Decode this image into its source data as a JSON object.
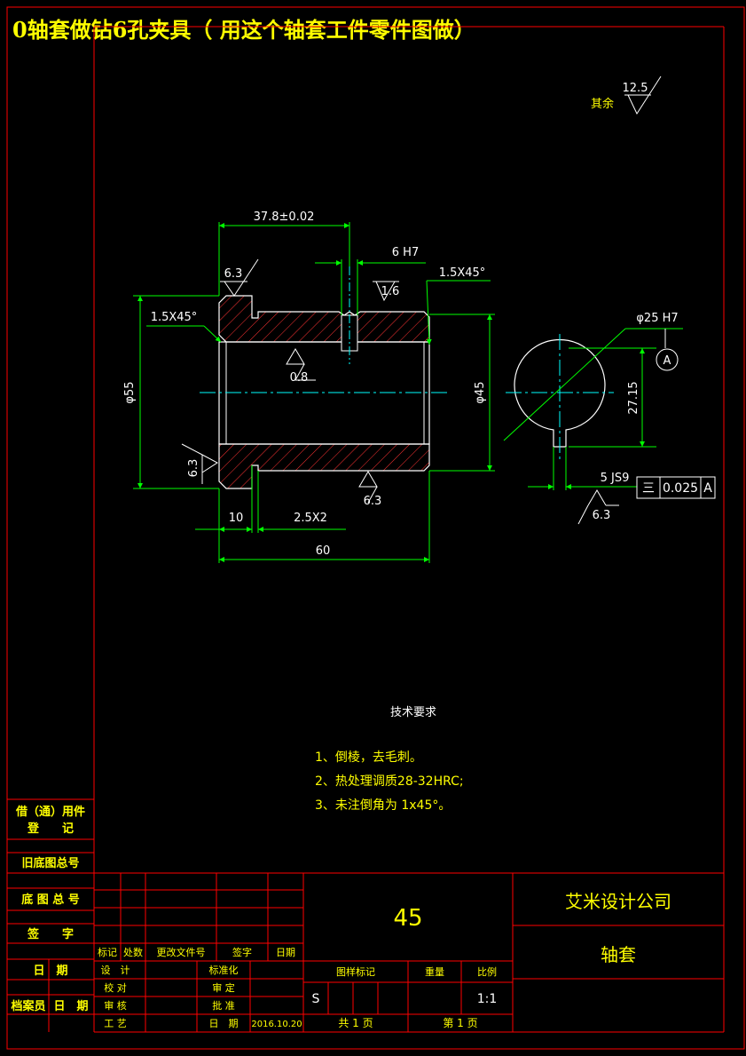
{
  "header": {
    "title": "0轴套做钻6孔夹具（ 用这个轴套工件零件图做）"
  },
  "roughness_other": {
    "label": "其余",
    "value": "12.5"
  },
  "dimensions": {
    "d_37_8": "37.8±0.02",
    "d_6h7": "6 H7",
    "d_chamfer_right": "1.5X45°",
    "d_chamfer_left": "1.5X45°",
    "d_dia55": "φ55",
    "d_dia45": "φ45",
    "d_10": "10",
    "d_2_5x2": "2.5X2",
    "d_60": "60",
    "d_dia25": "φ25 H7",
    "d_27_15": "27.15",
    "d_5js9": "5 JS9"
  },
  "roughness": {
    "r1": "6.3",
    "r2": "1.6",
    "r3": "0.8",
    "r4": "6.3",
    "r5": "6.3",
    "r6": "6.3"
  },
  "datum": {
    "label": "A"
  },
  "tolerance": {
    "symbol": "三",
    "value": "0.025",
    "datum": "A"
  },
  "tech": {
    "title": "技术要求",
    "lines": [
      "1、倒棱，去毛刺。",
      "2、热处理调质28-32HRC;",
      "3、未注倒角为 1x45°。"
    ]
  },
  "left_strip": {
    "r1a": "借（通）用件",
    "r1b": "登　　记",
    "r2": "旧底图总号",
    "r3": "底 图 总 号",
    "r4": "签　　字",
    "r5": "日　期",
    "r6a": "档案员",
    "r6b": "日　期"
  },
  "title_block": {
    "material": "45",
    "company": "艾米设计公司",
    "part_name": "轴套",
    "h_mark": "标记",
    "h_count": "处数",
    "h_file": "更改文件号",
    "h_sign": "签字",
    "h_date": "日期",
    "design": "设　计",
    "check": "校 对",
    "review": "审 核",
    "process": "工 艺",
    "std": "标准化",
    "audit": "审 定",
    "approve": "批 准",
    "date_label": "日　期",
    "date_value": "2016.10.20",
    "stage": "图样标记",
    "weight": "重量",
    "scale": "比例",
    "stage_value": "S",
    "scale_value": "1:1",
    "sheets_total": "共 1 页",
    "sheet_no": "第 1 页"
  },
  "colors": {
    "frame": "#ff0000",
    "outline": "#ffffff",
    "dim": "#00ff00",
    "center": "#00ffff",
    "text": "#ffff00",
    "hatch": "#ff3333"
  }
}
